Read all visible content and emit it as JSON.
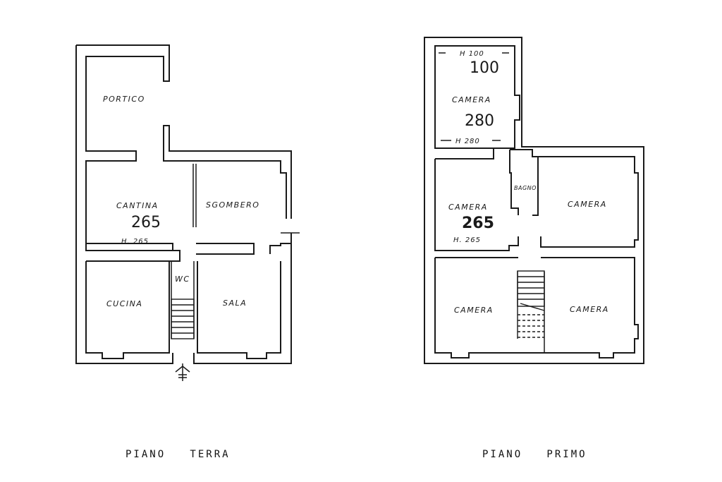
{
  "ground_floor": {
    "title": "PIANO   TERRA",
    "rooms": {
      "portico": "PORTICO",
      "cantina": "CANTINA",
      "sgombero": "SGOMBERO",
      "wc": "WC",
      "cucina": "CUCINA",
      "sala": "SALA"
    },
    "height_number": "265",
    "height_label": "H. 265"
  },
  "first_floor": {
    "title": "PIANO   PRIMO",
    "rooms": {
      "camera_top": "CAMERA",
      "bagno": "BAGNO",
      "camera_mid_left": "CAMERA",
      "camera_mid_right": "CAMERA",
      "camera_bottom_left": "CAMERA",
      "camera_bottom_right": "CAMERA"
    },
    "top_h_upper": "H 100",
    "top_num_upper": "100",
    "top_num_lower": "280",
    "top_h_lower": "H 280",
    "height_number": "265",
    "height_label": "H. 265"
  },
  "colors": {
    "line": "#1a1a1a",
    "background": "#ffffff"
  }
}
